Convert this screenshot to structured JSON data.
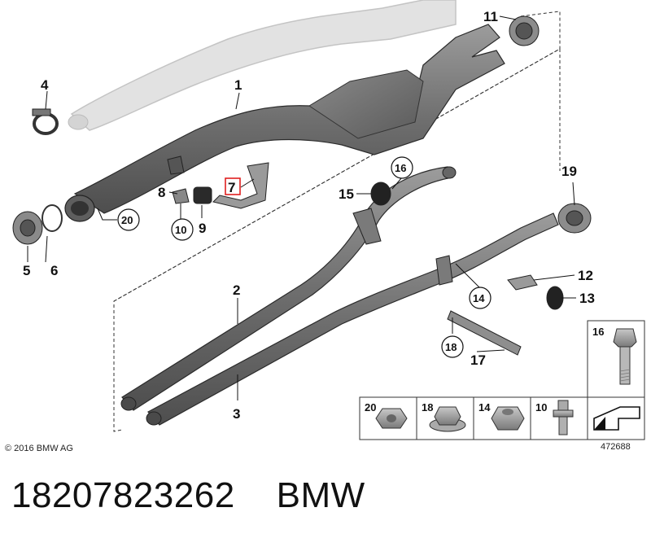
{
  "callouts": {
    "c1": "1",
    "c2": "2",
    "c3": "3",
    "c4": "4",
    "c5": "5",
    "c6": "6",
    "c7": "7",
    "c8": "8",
    "c9": "9",
    "c10": "10",
    "c11": "11",
    "c12": "12",
    "c13": "13",
    "c14": "14",
    "c15": "15",
    "c16": "16",
    "c17": "17",
    "c18": "18",
    "c19": "19",
    "c20": "20"
  },
  "legend": {
    "cells": [
      {
        "num": "20"
      },
      {
        "num": "18"
      },
      {
        "num": "14"
      },
      {
        "num": "10"
      }
    ],
    "bolt_num": "16"
  },
  "copyright": "© 2016 BMW AG",
  "image_number": "472688",
  "part_info": {
    "part_number": "18207823262",
    "brand": "BMW"
  },
  "highlight_color": "#e02020"
}
